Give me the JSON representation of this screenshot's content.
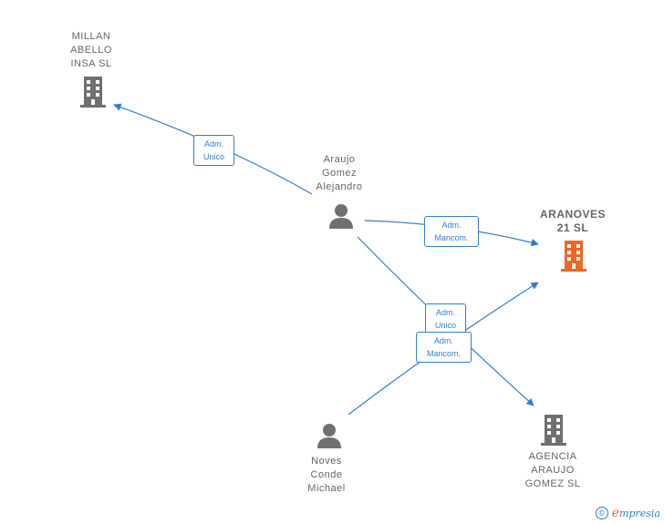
{
  "nodes": {
    "millan": {
      "label": "MILLAN\nABELLO\nINSA  SL",
      "icon": "building-icon",
      "color": "#707070"
    },
    "araujo": {
      "label": "Araujo\nGomez\nAlejandro",
      "icon": "person-icon",
      "color": "#707070"
    },
    "aranoves": {
      "label": "ARANOVES\n21  SL",
      "icon": "building-icon",
      "color": "#f26522"
    },
    "noves": {
      "label": "Noves\nConde\nMichael",
      "icon": "person-icon",
      "color": "#707070"
    },
    "agencia": {
      "label": "AGENCIA\nARAUJO\nGOMEZ  SL",
      "icon": "building-icon",
      "color": "#707070"
    }
  },
  "edges": {
    "e1": {
      "label": "Adm.\nUnico",
      "from": "araujo",
      "to": "millan"
    },
    "e2": {
      "label": "Adm.\nMancom.",
      "from": "araujo",
      "to": "aranoves"
    },
    "e3": {
      "label": "Adm.\nUnico",
      "from": "araujo",
      "to": "agencia"
    },
    "e4": {
      "label": "Adm.\nMancom.",
      "from": "noves",
      "to": "aranoves"
    }
  },
  "colors": {
    "edge": "#2f7fd6"
  },
  "footer": {
    "copyright": "©",
    "brand_initial": "e",
    "brand_rest": "mpresia"
  }
}
